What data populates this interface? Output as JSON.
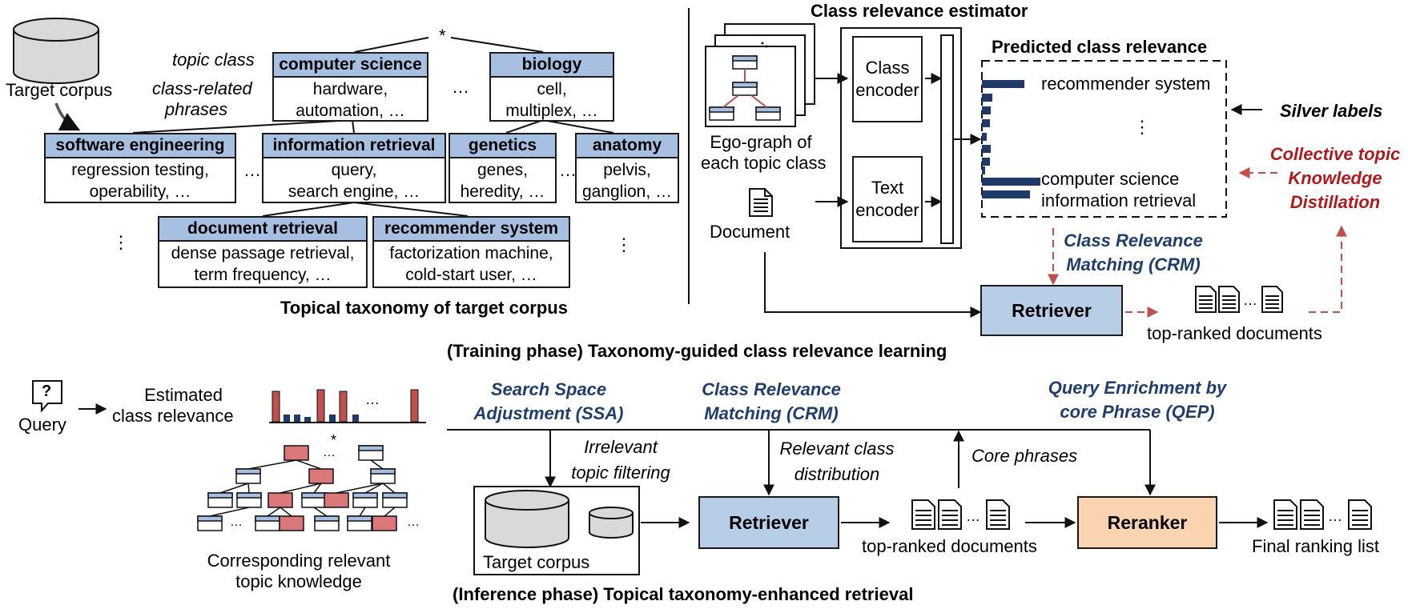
{
  "taxonomy": {
    "root": "*",
    "topic_class_label": "topic class",
    "phrases_label_line1": "class-related",
    "phrases_label_line2": "phrases",
    "target_corpus": "Target corpus",
    "ellipsis": "…",
    "vdots": "⋮",
    "nodes": {
      "cs": {
        "name": "computer science",
        "l1": "hardware,",
        "l2": "automation, …"
      },
      "bio": {
        "name": "biology",
        "l1": "cell,",
        "l2": "multiplex, …"
      },
      "se": {
        "name": "software engineering",
        "l1": "regression testing,",
        "l2": "operability, …"
      },
      "ir": {
        "name": "information retrieval",
        "l1": "query,",
        "l2": "search engine, …"
      },
      "gen": {
        "name": "genetics",
        "l1": "genes,",
        "l2": "heredity, …"
      },
      "ana": {
        "name": "anatomy",
        "l1": "pelvis,",
        "l2": "ganglion, …"
      },
      "dr": {
        "name": "document retrieval",
        "l1": "dense passage retrieval,",
        "l2": "term frequency, …"
      },
      "rs": {
        "name": "recommender system",
        "l1": "factorization machine,",
        "l2": "cold-start user, …"
      }
    },
    "caption": "Topical taxonomy of target corpus"
  },
  "training": {
    "estimator_title": "Class relevance estimator",
    "ego_line1": "Ego-graph of",
    "ego_line2": "each topic class",
    "document": "Document",
    "class_encoder_l1": "Class",
    "class_encoder_l2": "encoder",
    "text_encoder_l1": "Text",
    "text_encoder_l2": "encoder",
    "predicted_title": "Predicted class relevance",
    "pred_item1": "recommender system",
    "pred_vdots": "⋮",
    "pred_item2": "computer science",
    "pred_item3": "information retrieval",
    "silver_labels": "Silver labels",
    "ctkd_l1": "Collective topic",
    "ctkd_l2": "Knowledge",
    "ctkd_l3": "Distillation",
    "crm_l1": "Class Relevance",
    "crm_l2": "Matching (CRM)",
    "retriever": "Retriever",
    "top_ranked": "top-ranked documents",
    "doc_ellipsis": "…",
    "phase_caption": "(Training phase) Taxonomy-guided class relevance learning"
  },
  "inference": {
    "query": "Query",
    "query_icon": "?",
    "estimated_l1": "Estimated",
    "estimated_l2": "class relevance",
    "tree_root": "*",
    "ellipsis": "…",
    "corresponding_l1": "Corresponding relevant",
    "corresponding_l2": "topic knowledge",
    "ssa_l1": "Search Space",
    "ssa_l2": "Adjustment (SSA)",
    "crm_l1": "Class Relevance",
    "crm_l2": "Matching (CRM)",
    "qep_l1": "Query Enrichment by",
    "qep_l2": "core Phrase (QEP)",
    "irrelevant_l1": "Irrelevant",
    "irrelevant_l2": "topic filtering",
    "relevant_l1": "Relevant class",
    "relevant_l2": "distribution",
    "core_phrases": "Core phrases",
    "target_corpus": "Target corpus",
    "retriever": "Retriever",
    "reranker": "Reranker",
    "top_ranked": "top-ranked documents",
    "final_list": "Final ranking list",
    "phase_caption": "(Inference phase) Topical taxonomy-enhanced retrieval"
  },
  "colors": {
    "header_blue": "#a7c0e2",
    "retriever_fill": "#b8cde6",
    "reranker_fill": "#fad3b0",
    "bar_navy": "#1f3a66",
    "bar_red": "#c0504d",
    "node_red": "#d9777a",
    "text_blue": "#1f3e6e",
    "text_red": "#b01c1c",
    "dashed_red": "#c0504d"
  },
  "predicted_relevance_bars": [
    0.38,
    0.09,
    0.08,
    0.07,
    0.04,
    0.08,
    0.07,
    0.03,
    0.52,
    0.43
  ],
  "estimated_relevance_bars": [
    {
      "h": 0.88,
      "c": "red"
    },
    {
      "h": 0.22,
      "c": "navy"
    },
    {
      "h": 0.22,
      "c": "navy"
    },
    {
      "h": 0.14,
      "c": "navy"
    },
    {
      "h": 0.93,
      "c": "red"
    },
    {
      "h": 0.22,
      "c": "navy"
    },
    {
      "h": 0.88,
      "c": "red"
    },
    {
      "h": 0.22,
      "c": "navy"
    },
    {
      "h": 0.93,
      "c": "red"
    }
  ]
}
